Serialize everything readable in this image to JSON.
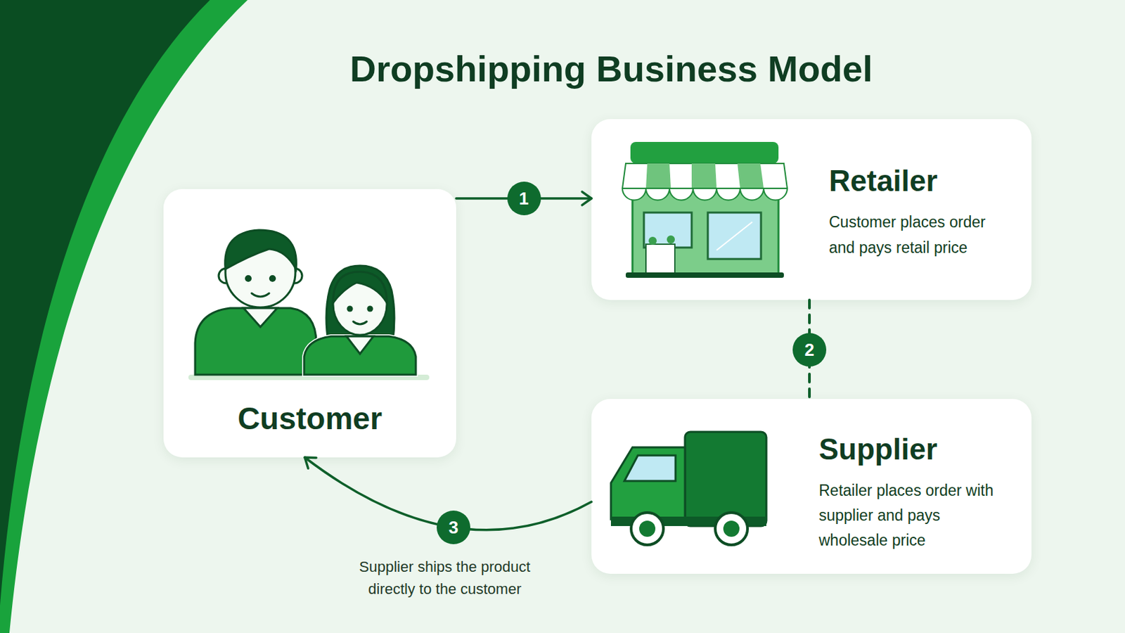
{
  "diagram": {
    "title": "Dropshipping Business Model",
    "nodes": [
      {
        "text": [
          "Customer"
        ]
      },
      {
        "text": [
          "Retailer",
          "Customer places order and pays retail price"
        ]
      },
      {
        "text": [
          "Supplier",
          "Retailer places order with supplier and pays wholesale price"
        ]
      }
    ],
    "edges": [
      {
        "from": 0,
        "to": 1,
        "arrow": "to",
        "label": "1"
      },
      {
        "from": 1,
        "to": 2,
        "arrow": "none",
        "label": "2"
      },
      {
        "from": 2,
        "to": 0,
        "arrow": "to",
        "label": "3"
      }
    ],
    "labels": [
      "Supplier ships the product directly to the customer"
    ]
  }
}
